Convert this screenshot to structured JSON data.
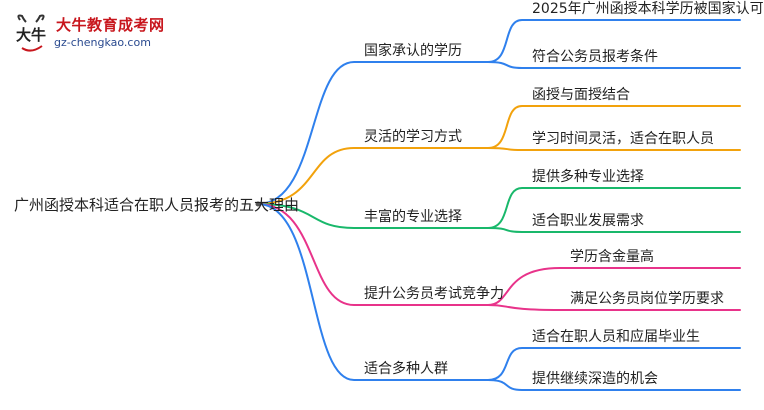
{
  "logo": {
    "title": "大牛教育成考网",
    "url": "gz-chengkao.com",
    "mascot_glyph": "大牛"
  },
  "root": {
    "label": "广州函授本科适合在职人员报考的五大理由"
  },
  "branches": [
    {
      "label": "国家承认的学历",
      "color": "#2f80ed",
      "leaves": [
        "2025年广州函授本科学历被国家认可",
        "符合公务员报考条件"
      ]
    },
    {
      "label": "灵活的学习方式",
      "color": "#f2a20c",
      "leaves": [
        "函授与面授结合",
        "学习时间灵活，适合在职人员"
      ]
    },
    {
      "label": "丰富的专业选择",
      "color": "#19b86b",
      "leaves": [
        "提供多种专业选择",
        "适合职业发展需求"
      ]
    },
    {
      "label": "提升公务员考试竞争力",
      "color": "#e8338a",
      "leaves": [
        "学历含金量高",
        "满足公务员岗位学历要求"
      ]
    },
    {
      "label": "适合多种人群",
      "color": "#2f80ed",
      "leaves": [
        "适合在职人员和应届毕业生",
        "提供继续深造的机会"
      ]
    }
  ]
}
